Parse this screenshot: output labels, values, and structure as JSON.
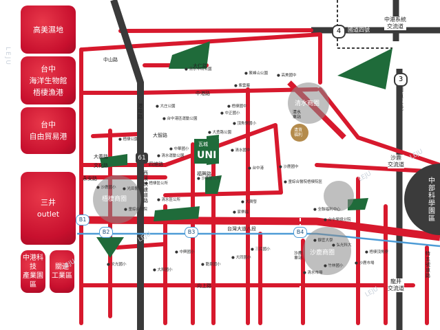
{
  "colors": {
    "red": "#d7192d",
    "dark": "#3a3a3a",
    "blue": "#4c9bd6",
    "green": "#1f6b3a",
    "gold": "#b48b4c"
  },
  "tiles": [
    {
      "lines": [
        "高美濕地"
      ]
    },
    {
      "lines": [
        "台中",
        "海洋生物館",
        "梧棲漁港"
      ]
    },
    {
      "lines": [
        "台中",
        "自由貿易港"
      ]
    },
    {
      "lines": [
        "三井",
        "outlet"
      ]
    },
    {
      "lines": [
        "中港科技",
        "產業園區"
      ]
    },
    {
      "lines": [
        "關連",
        "工業區"
      ]
    }
  ],
  "watermark": "LEJU",
  "road_labels": {
    "guodao4": "國道四號",
    "guodao3": "國道三號",
    "zhonghuan": "中港路",
    "gangbu": "港埠路",
    "xibin": "西濱快速道路",
    "taiwan8": "台灣大道八段",
    "zhongshan": "中山路",
    "daren": "大仁路",
    "dazhi": "大智路",
    "dayi": "大義路",
    "wenhua": "文化路",
    "yuan": "永安路",
    "fuxing": "福興路",
    "sixing": "四維路",
    "xiang": "向上路"
  },
  "shields": {
    "route4": "4",
    "route3": "3",
    "route61": "61"
  },
  "interchanges": [
    {
      "lines": [
        "中港系統",
        "交流道"
      ]
    },
    {
      "lines": [
        "沙鹿",
        "交流道"
      ]
    },
    {
      "lines": [
        "龍井",
        "交流道"
      ]
    },
    {
      "lines": [
        "特五號",
        "道路"
      ]
    }
  ],
  "hubs": [
    {
      "label": "清水商圈"
    },
    {
      "label": "梧棲商圈"
    },
    {
      "label": "沙鹿商圈"
    }
  ],
  "bus_stops": [
    "B1",
    "B2",
    "B3",
    "B4"
  ],
  "stations": {
    "qingshui": [
      "清水",
      "車站"
    ],
    "shalu": [
      "沙鹿",
      "車站"
    ],
    "gold": [
      "清貨",
      "福利"
    ]
  },
  "science_park": [
    "中部科學園區"
  ],
  "project": {
    "brand": "瓦城",
    "name": "UNI"
  },
  "pois": [
    "清水中山公園",
    "鰲峰山公園",
    "高美國中",
    "梧棲國中",
    "中正國小",
    "頂魚寮國小",
    "大庄公園",
    "台中港區運動公園",
    "梧棲公園",
    "大勇路公園",
    "清水運動公園",
    "中華國小",
    "清水國中",
    "沙鹿國中",
    "沙鹿國小",
    "光田醫院",
    "童綜合醫院",
    "梧棲區公所",
    "清水區公所",
    "沙鹿區公所",
    "家樂福",
    "大潤發",
    "全聯福利中心",
    "台中榮總分院",
    "靜宜大學",
    "弘光科大",
    "梧棲頂魚寮",
    "沙鹿市場",
    "清水市場",
    "竹林國小",
    "中興國小",
    "龍泉國小",
    "大和國小",
    "大同國小",
    "三民國小",
    "文光國小",
    "台中港",
    "紫雲巖",
    "童綜合醫院梧棲院區"
  ]
}
